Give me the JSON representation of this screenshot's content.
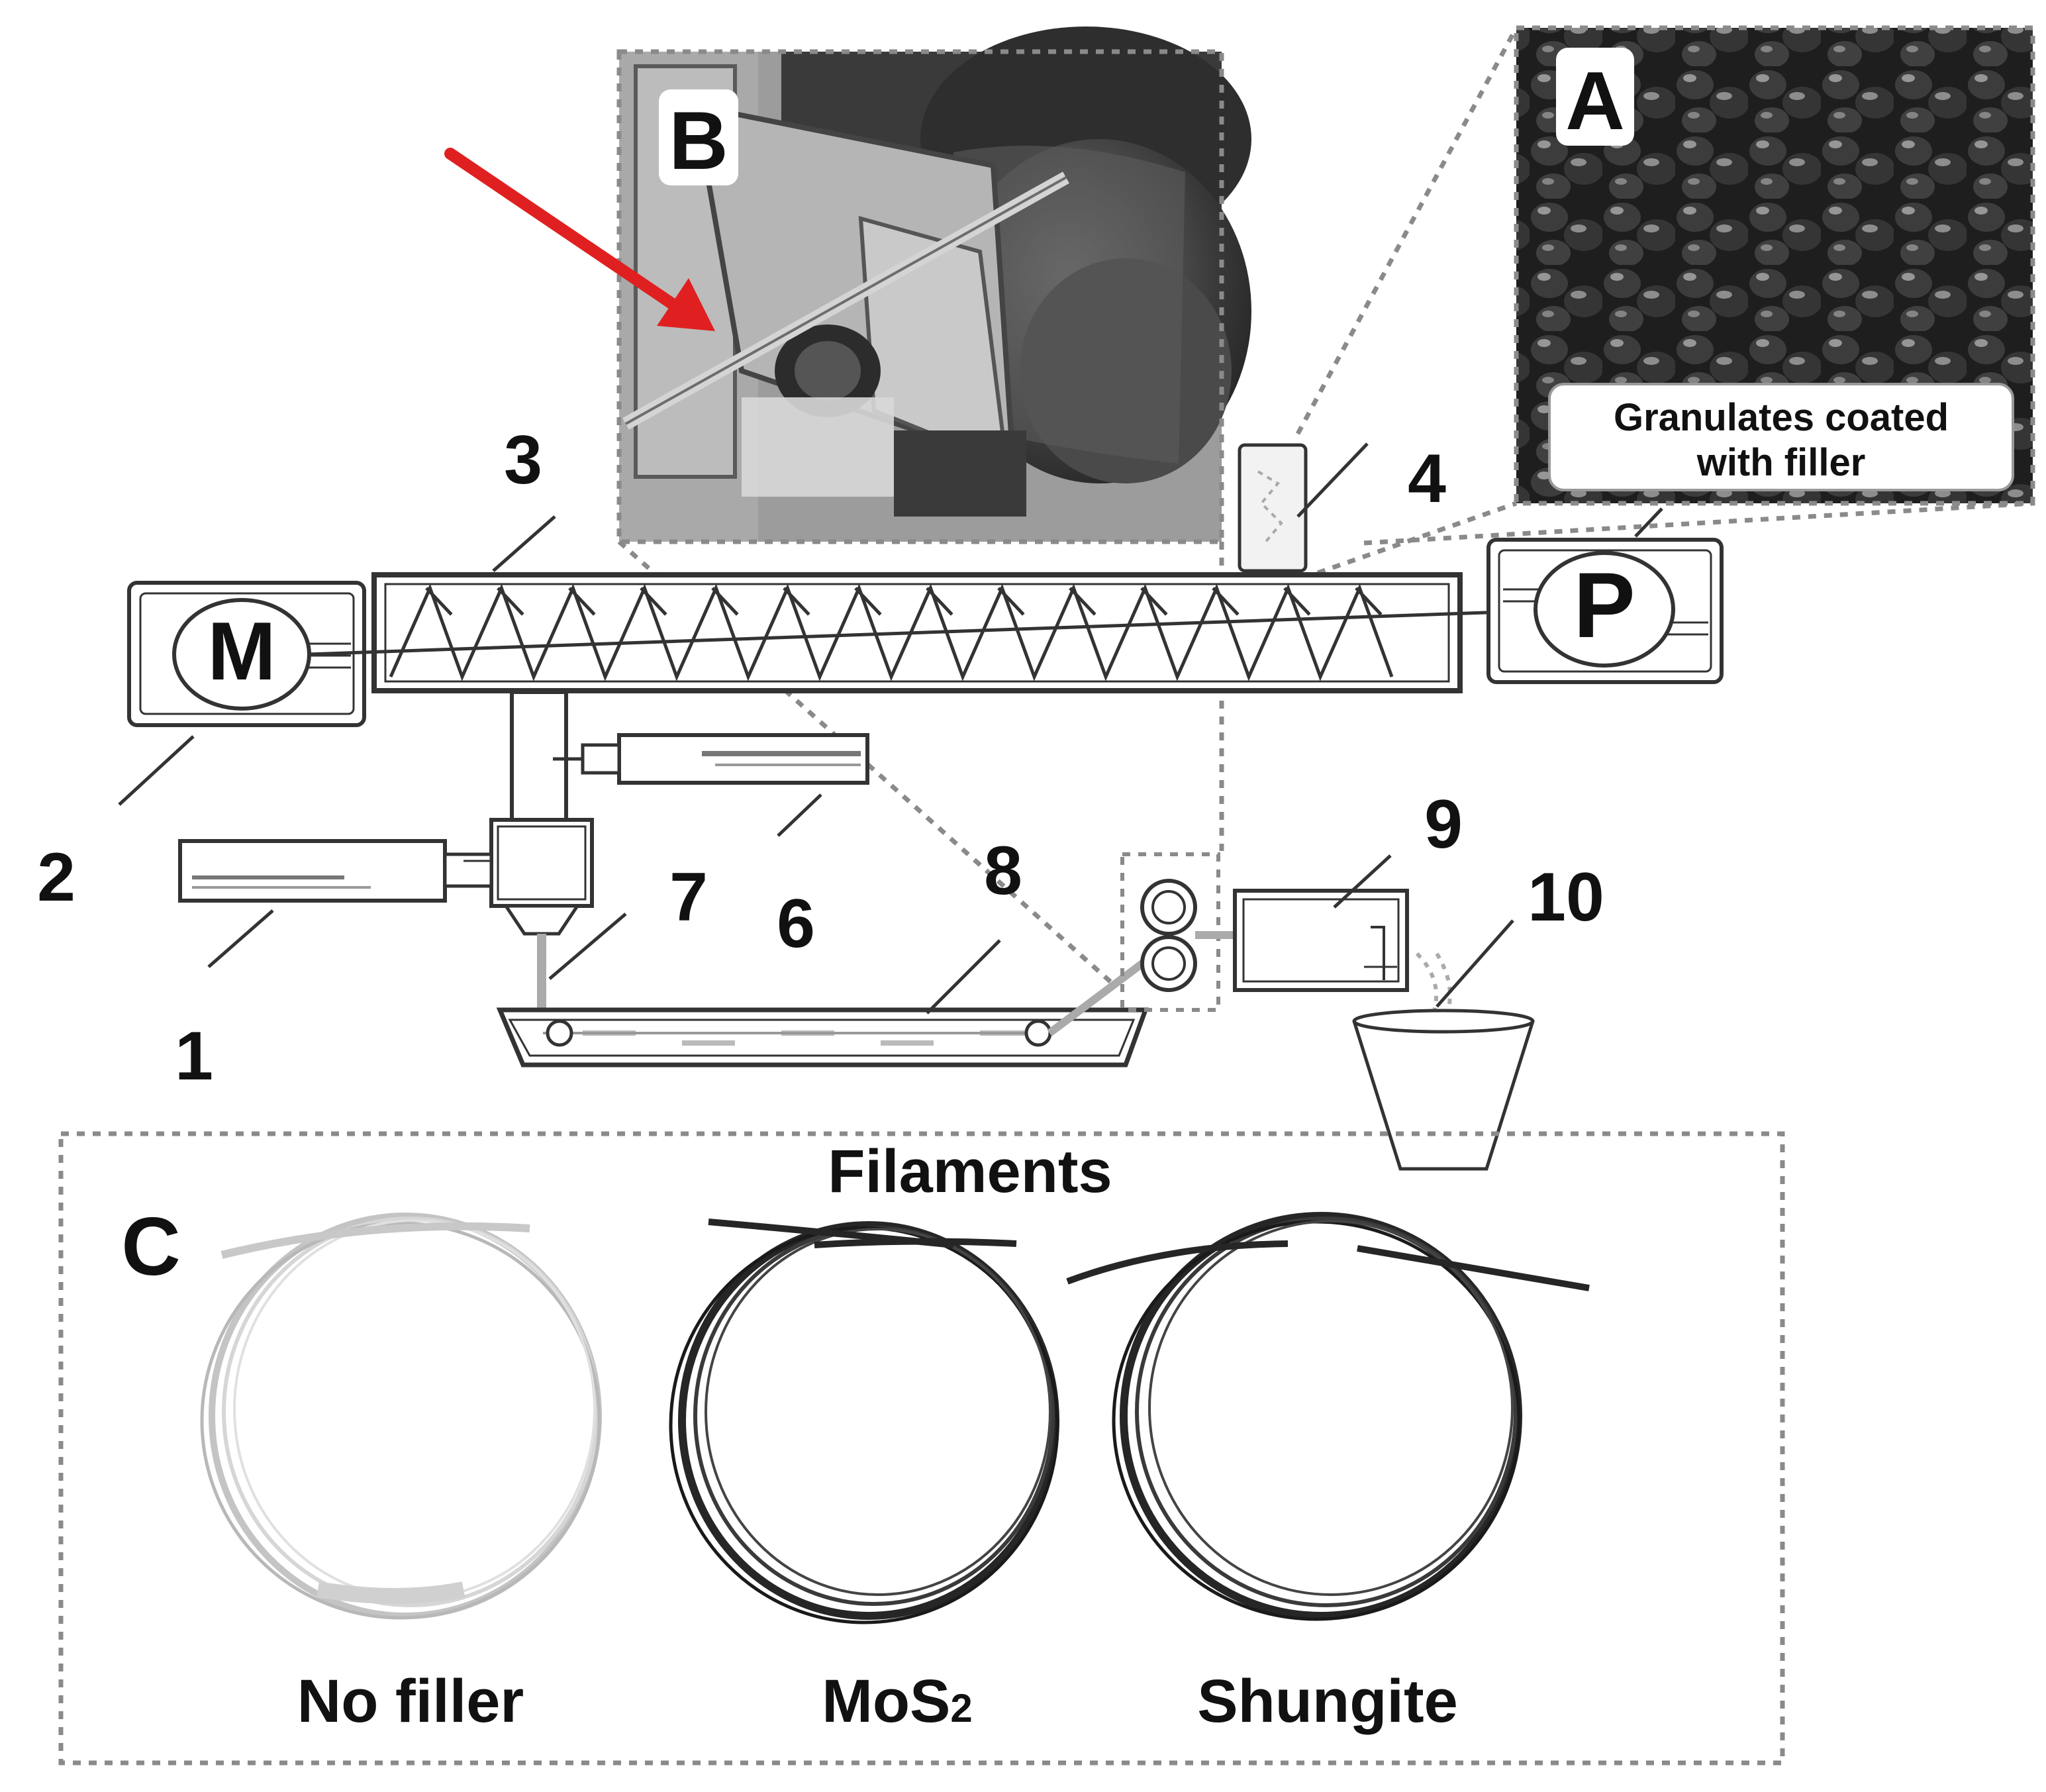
{
  "labels": {
    "n1": "1",
    "n2": "2",
    "n3": "3",
    "n4": "4",
    "n6": "6",
    "n7": "7",
    "n8": "8",
    "n9": "9",
    "n10": "10",
    "motor": "M",
    "pump": "P"
  },
  "panel_a": {
    "letter": "A",
    "caption_line1": "Granulates coated",
    "caption_line2": "with filler"
  },
  "panel_b": {
    "letter": "B"
  },
  "panel_c": {
    "letter": "C",
    "title": "Filaments",
    "items": [
      {
        "label": "No filler",
        "sub": ""
      },
      {
        "label": "MoS",
        "sub": "2"
      },
      {
        "label": "Shungite",
        "sub": ""
      }
    ]
  },
  "colors": {
    "arrow": "#e02020",
    "line": "#333333",
    "photo_dark": "#2a2a2a",
    "photo_mid": "#8a8a8a",
    "coil_light": "#c4c4c4",
    "coil_dark": "#262626"
  }
}
